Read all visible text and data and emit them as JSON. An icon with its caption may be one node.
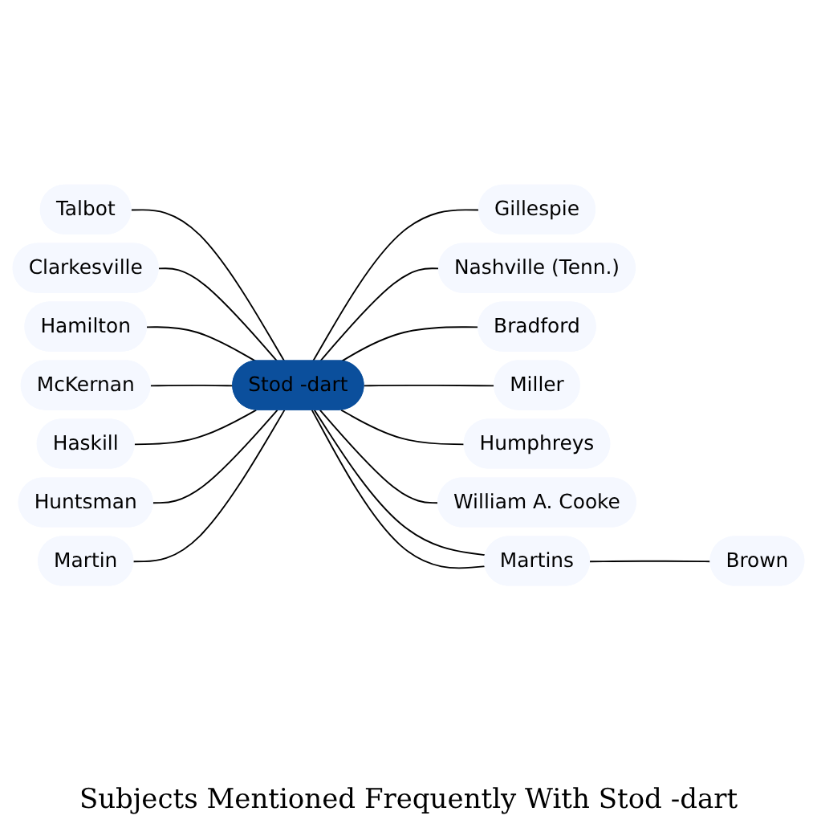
{
  "diagram": {
    "title": "Subjects Mentioned Frequently With Stod -dart",
    "nodes": [
      {
        "text": [
          "Talbot"
        ]
      },
      {
        "text": [
          "Clarkesville"
        ]
      },
      {
        "text": [
          "Gillespie"
        ]
      },
      {
        "text": [
          "Nashville (Tenn.)"
        ]
      },
      {
        "text": [
          "Hamilton"
        ]
      },
      {
        "text": [
          "Bradford"
        ]
      },
      {
        "text": [
          "McKernan"
        ]
      },
      {
        "text": [
          "Stod -dart"
        ]
      },
      {
        "text": [
          "Miller"
        ]
      },
      {
        "text": [
          "Haskill"
        ]
      },
      {
        "text": [
          "Humphreys"
        ]
      },
      {
        "text": [
          "William A. Cooke"
        ]
      },
      {
        "text": [
          "Huntsman"
        ]
      },
      {
        "text": [
          "Martins"
        ]
      },
      {
        "text": [
          "Martin"
        ]
      },
      {
        "text": [
          "Brown"
        ]
      }
    ],
    "edges": [
      {
        "from": 0,
        "to": 7,
        "arrow": "none"
      },
      {
        "from": 1,
        "to": 7,
        "arrow": "none"
      },
      {
        "from": 7,
        "to": 2,
        "arrow": "none"
      },
      {
        "from": 7,
        "to": 3,
        "arrow": "none"
      },
      {
        "from": 4,
        "to": 7,
        "arrow": "none"
      },
      {
        "from": 7,
        "to": 5,
        "arrow": "none"
      },
      {
        "from": 6,
        "to": 7,
        "arrow": "none"
      },
      {
        "from": 7,
        "to": 8,
        "arrow": "none"
      },
      {
        "from": 9,
        "to": 7,
        "arrow": "none"
      },
      {
        "from": 7,
        "to": 10,
        "arrow": "none"
      },
      {
        "from": 7,
        "to": 11,
        "arrow": "none"
      },
      {
        "from": 12,
        "to": 7,
        "arrow": "none"
      },
      {
        "from": 7,
        "to": 13,
        "arrow": "none"
      },
      {
        "from": 7,
        "to": 13,
        "arrow": "none"
      },
      {
        "from": 14,
        "to": 7,
        "arrow": "none"
      },
      {
        "from": 13,
        "to": 15,
        "arrow": "none"
      }
    ]
  }
}
